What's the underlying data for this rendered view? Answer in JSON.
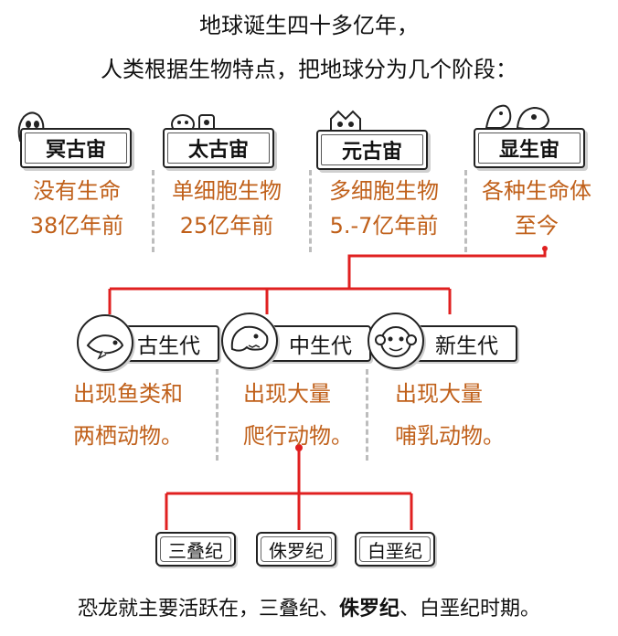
{
  "title": {
    "line1": "地球诞生四十多亿年，",
    "line2": "人类根据生物特点，把地球分为几个阶段："
  },
  "eons": [
    {
      "name": "冥古宙",
      "desc1": "没有生命",
      "desc2": "38亿年前",
      "icon": "ghost-icon"
    },
    {
      "name": "太古宙",
      "desc1": "单细胞生物",
      "desc2": "25亿年前",
      "icon": "cell-creatures-icon"
    },
    {
      "name": "元古宙",
      "desc1": "多细胞生物",
      "desc2": "5.-7亿年前",
      "icon": "multicell-creatures-icon"
    },
    {
      "name": "显生宙",
      "desc1": "各种生命体",
      "desc2": "至今",
      "icon": "animals-icon"
    }
  ],
  "eras": [
    {
      "name": "古生代",
      "desc1": "出现鱼类和",
      "desc2": "两栖动物。",
      "icon": "fish-icon"
    },
    {
      "name": "中生代",
      "desc1": "出现大量",
      "desc2": "爬行动物。",
      "icon": "dinosaur-icon"
    },
    {
      "name": "新生代",
      "desc1": "出现大量",
      "desc2": "哺乳动物。",
      "icon": "monkey-icon"
    }
  ],
  "periods": [
    {
      "name": "三叠纪"
    },
    {
      "name": "侏罗纪"
    },
    {
      "name": "白垩纪"
    }
  ],
  "footer": {
    "part1": "恐龙就主要活跃在，三叠纪、",
    "bold": "侏罗纪",
    "part2": "、白垩纪时期。"
  },
  "colors": {
    "connector": "#e02020",
    "desc_text": "#c0601a",
    "dashed": "#bdbdbd"
  }
}
